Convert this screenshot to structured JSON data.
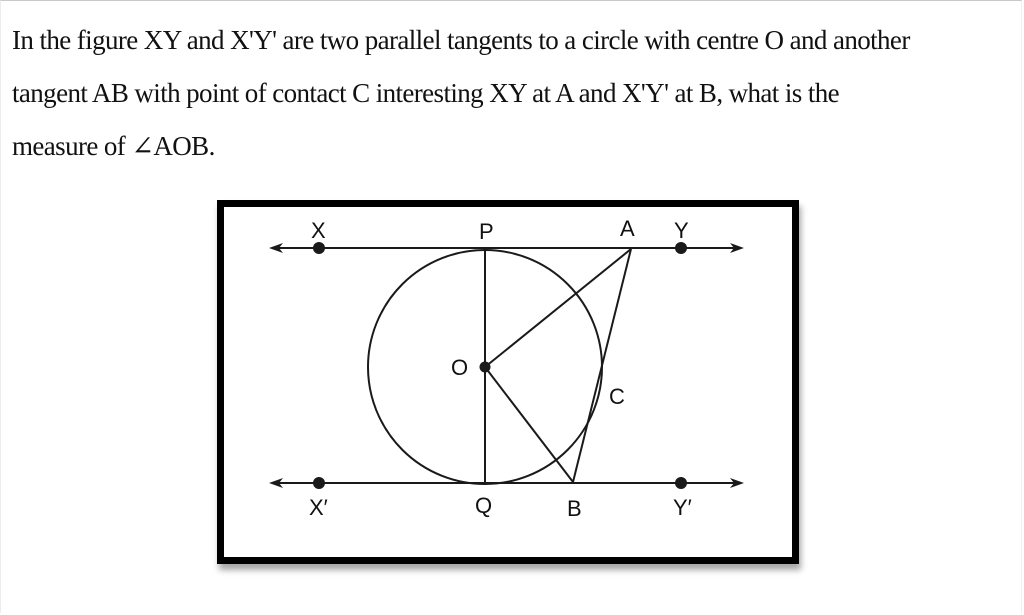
{
  "question": {
    "lines": [
      "In the figure XY and X'Y' are two parallel tangents to a circle with centre O and another",
      "tangent AB with point of contact C interesting XY at A and X'Y' at B, what is the",
      "measure of ∠AOB."
    ]
  },
  "figure": {
    "labels": {
      "X": "X",
      "P": "P",
      "A": "A",
      "Y": "Y",
      "O": "O",
      "C": "C",
      "X_prime": "X′",
      "Q": "Q",
      "B": "B",
      "Y_prime": "Y′"
    },
    "colors": {
      "stroke": "#1a1a1a",
      "frame": "#000000",
      "background": "#ffffff"
    }
  }
}
